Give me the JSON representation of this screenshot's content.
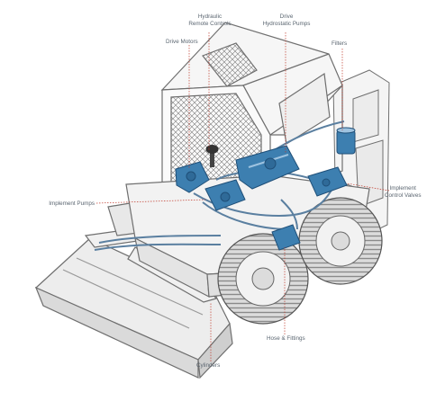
{
  "labels": {
    "hydraulic_remote_controls": [
      "Hydraulic",
      "Remote Controls"
    ],
    "drive_hydrostatic_pumps": [
      "Drive",
      "Hydrostatic Pumps"
    ],
    "drive_motors": "Drive Motors",
    "filters": "Filters",
    "implement_pumps": "Implement Pumps",
    "implement_control_valves": [
      "Implement",
      "Control Valves"
    ],
    "hose_and_fittings": "Hose & Fittings",
    "cylinders": "Cylinders"
  },
  "colors": {
    "line_art": "#6f6f6f",
    "hydraulic_component": "#3d7fb0",
    "hydraulic_dark": "#1f4f78",
    "hose": "#5a7fa0",
    "tire": "#d9d9d9",
    "leader_line": "#c0392b",
    "label_text": "#5a6570"
  }
}
